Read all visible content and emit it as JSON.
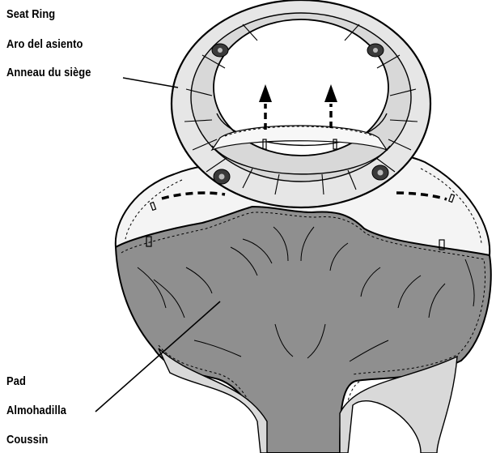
{
  "labels": {
    "seat_ring": {
      "en": "Seat Ring",
      "es": "Aro del asiento",
      "fr": "Anneau du siège"
    },
    "pad": {
      "en": "Pad",
      "es": "Almohadilla",
      "fr": "Coussin"
    }
  },
  "colors": {
    "background": "#ffffff",
    "ring": "#e6e6e6",
    "pad": "#8f8f8f",
    "pad_trim": "#d9d9d9",
    "line": "#000000"
  }
}
